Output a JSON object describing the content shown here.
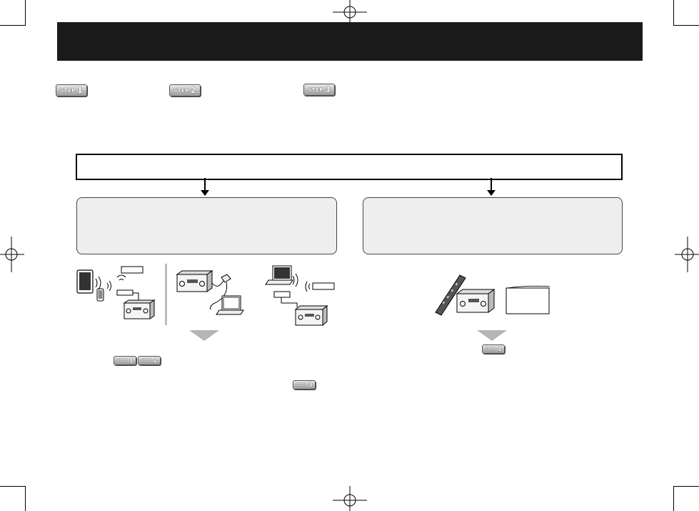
{
  "steps": {
    "step1": {
      "label": "STEP",
      "number": "1"
    },
    "step2": {
      "label": "STEP",
      "number": "2"
    },
    "step3": {
      "label": "STEP",
      "number": "3"
    }
  },
  "icons": [
    "crop-mark",
    "step-badge",
    "down-arrow",
    "tablet",
    "smartphone",
    "wifi-waves",
    "av-receiver",
    "laptop",
    "router",
    "remote-control",
    "manual-booklet"
  ],
  "colors": {
    "header": "#1a1a1a",
    "option_box": "#eeeeee",
    "arrow_gray": "#b5b5b5"
  }
}
